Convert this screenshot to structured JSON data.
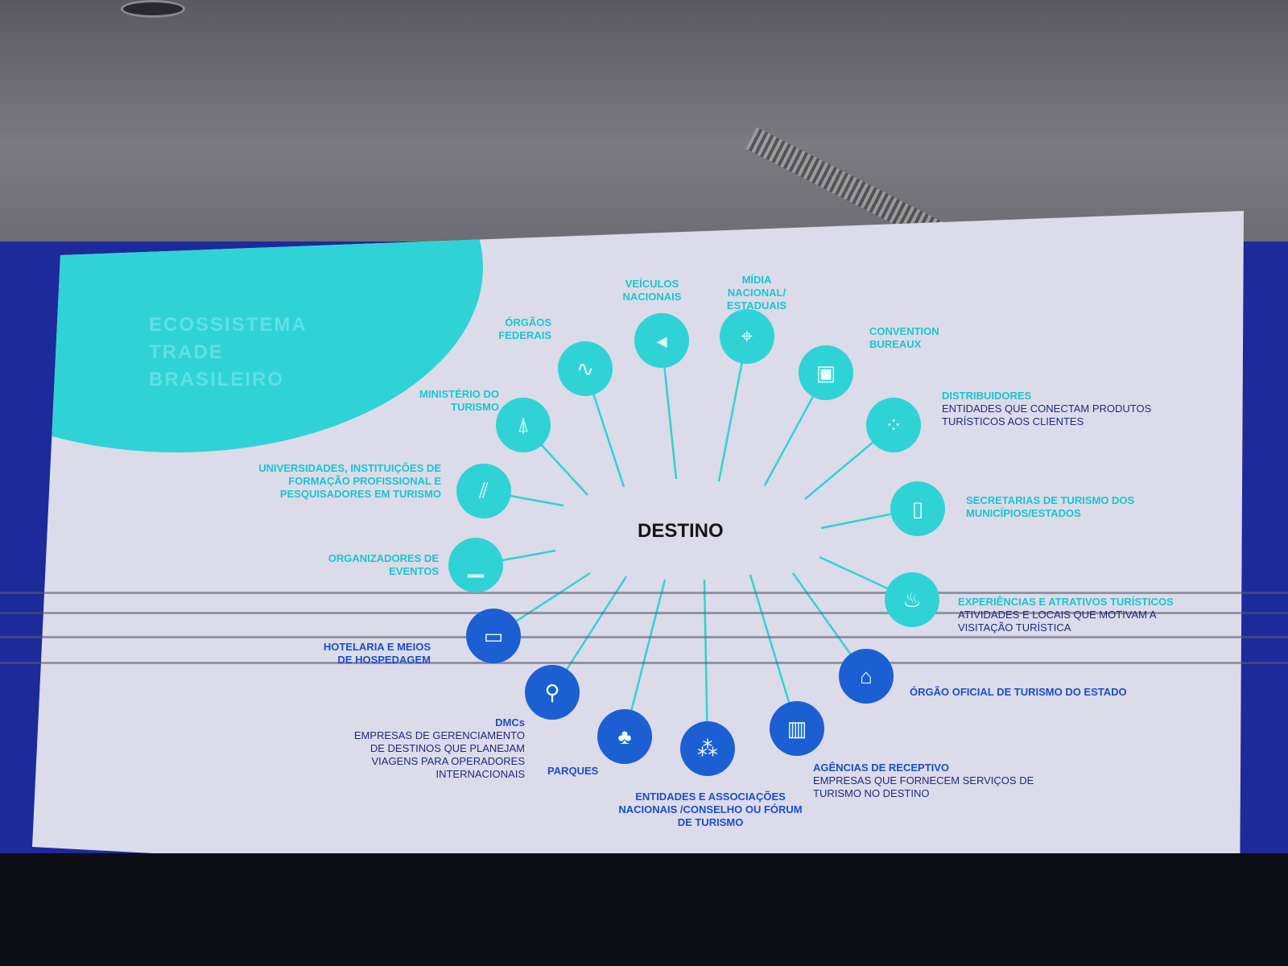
{
  "slide": {
    "title_lines": [
      "ECOSSISTEMA",
      "TRADE",
      "BRASILEIRO"
    ],
    "center": "DESTINO",
    "nodes": [
      {
        "label": "ÓRGÃOS FEDERAIS",
        "icon": "route-icon"
      },
      {
        "label": "VEÍCULOS NACIONAIS",
        "icon": "megaphone-icon"
      },
      {
        "label": "MÍDIA NACIONAL/ ESTADUAIS",
        "icon": "location-pin-icon"
      },
      {
        "label": "CONVENTION BUREAUX",
        "icon": "shopping-cart-icon"
      },
      {
        "label": "DISTRIBUIDORES",
        "description": "ENTIDADES QUE CONECTAM PRODUTOS TURÍSTICOS AOS CLIENTES",
        "icon": "network-icon"
      },
      {
        "label": "SECRETARIAS DE TURISMO DOS MUNICÍPIOS/ESTADOS",
        "icon": "building-icon"
      },
      {
        "label": "EXPERIÊNCIAS E ATRATIVOS TURÍSTICOS",
        "description": "ATIVIDADES E LOCAIS QUE MOTIVAM A VISITAÇÃO TURÍSTICA",
        "icon": "attraction-icon"
      },
      {
        "label": "ÓRGÃO OFICIAL DE TURISMO DO ESTADO",
        "icon": "government-building-icon"
      },
      {
        "label": "AGÊNCIAS DE RECEPTIVO",
        "description": "EMPRESAS QUE FORNECEM SERVIÇOS DE TURISMO NO DESTINO",
        "icon": "agency-icon"
      },
      {
        "label": "ENTIDADES E ASSOCIAÇÕES NACIONAIS /CONSELHO OU FÓRUM DE TURISMO",
        "icon": "people-group-icon"
      },
      {
        "label": "PARQUES",
        "icon": "tree-icon"
      },
      {
        "label": "DMCs",
        "description": "EMPRESAS DE GERENCIAMENTO DE DESTINOS QUE PLANEJAM VIAGENS PARA OPERADORES INTERNACIONAIS",
        "icon": "map-person-icon"
      },
      {
        "label": "HOTELARIA E MEIOS DE HOSPEDAGEM",
        "icon": "bed-icon"
      },
      {
        "label": "ORGANIZADORES DE EVENTOS",
        "icon": "stage-icon"
      },
      {
        "label": "UNIVERSIDADES, INSTITUIÇÕES DE FORMAÇÃO PROFISSIONAL E PESQUISADORES EM TURISMO",
        "icon": "pencil-icon"
      },
      {
        "label": "MINISTÉRIO DO TURISMO",
        "icon": "lighthouse-icon"
      }
    ],
    "colors": {
      "cyan": "#2fd3d6",
      "blue": "#1b5fd2",
      "background": "#dcdbe9"
    }
  }
}
